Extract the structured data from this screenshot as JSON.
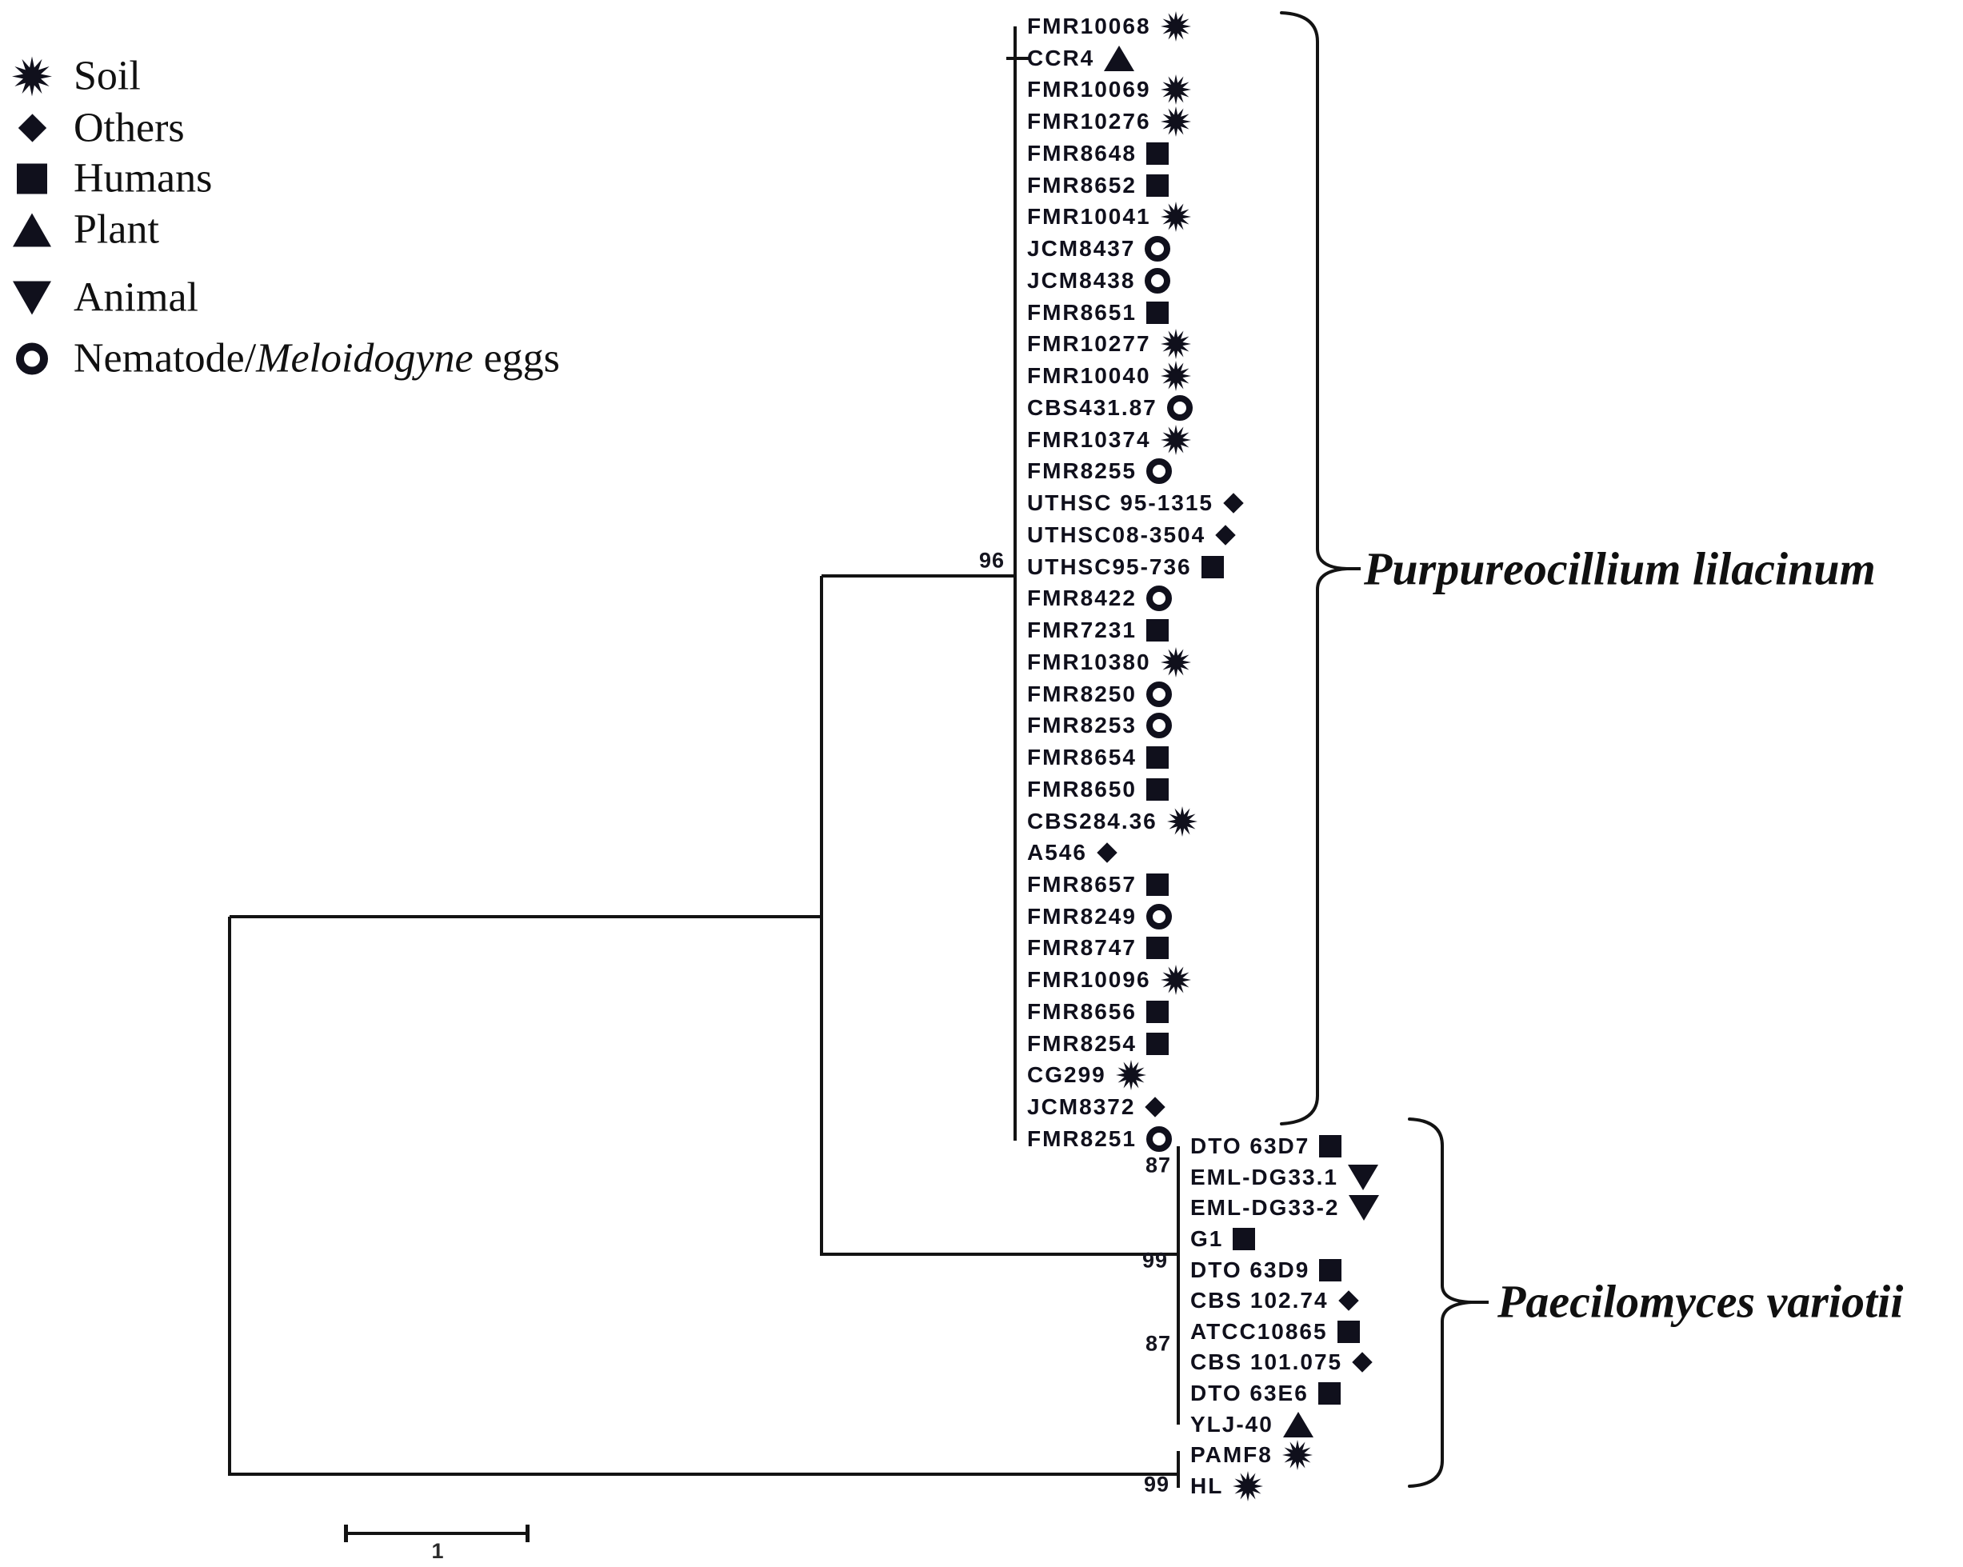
{
  "figure": {
    "background": "#ffffff",
    "line_color": "#131313",
    "text_color": "#10101c"
  },
  "legend": {
    "items": [
      {
        "symbol": "soil",
        "label": "Soil"
      },
      {
        "symbol": "others",
        "label": "Others"
      },
      {
        "symbol": "humans",
        "label": "Humans"
      },
      {
        "symbol": "plant",
        "label": "Plant"
      },
      {
        "symbol": "animal",
        "label": "Animal"
      },
      {
        "symbol": "nematode",
        "label_prefix": "Nematode/",
        "label_italic": "Meloidogyne",
        "label_suffix": " eggs"
      }
    ]
  },
  "tree": {
    "clusters": [
      {
        "name": "Purpureocillium lilacinum",
        "taxa": [
          {
            "label": "FMR10068",
            "symbol": "soil"
          },
          {
            "label": "CCR4",
            "symbol": "plant"
          },
          {
            "label": "FMR10069",
            "symbol": "soil"
          },
          {
            "label": "FMR10276",
            "symbol": "soil"
          },
          {
            "label": "FMR8648",
            "symbol": "humans"
          },
          {
            "label": "FMR8652",
            "symbol": "humans"
          },
          {
            "label": "FMR10041",
            "symbol": "soil"
          },
          {
            "label": "JCM8437",
            "symbol": "nematode"
          },
          {
            "label": "JCM8438",
            "symbol": "nematode"
          },
          {
            "label": "FMR8651",
            "symbol": "humans"
          },
          {
            "label": "FMR10277",
            "symbol": "soil"
          },
          {
            "label": "FMR10040",
            "symbol": "soil"
          },
          {
            "label": "CBS431.87",
            "symbol": "nematode"
          },
          {
            "label": "FMR10374",
            "symbol": "soil"
          },
          {
            "label": "FMR8255",
            "symbol": "nematode"
          },
          {
            "label": "UTHSC 95-1315",
            "symbol": "others"
          },
          {
            "label": "UTHSC08-3504",
            "symbol": "others"
          },
          {
            "label": "UTHSC95-736",
            "symbol": "humans"
          },
          {
            "label": "FMR8422",
            "symbol": "nematode"
          },
          {
            "label": "FMR7231",
            "symbol": "humans"
          },
          {
            "label": "FMR10380",
            "symbol": "soil"
          },
          {
            "label": "FMR8250",
            "symbol": "nematode"
          },
          {
            "label": "FMR8253",
            "symbol": "nematode"
          },
          {
            "label": "FMR8654",
            "symbol": "humans"
          },
          {
            "label": "FMR8650",
            "symbol": "humans"
          },
          {
            "label": "CBS284.36",
            "symbol": "soil"
          },
          {
            "label": "A546",
            "symbol": "others"
          },
          {
            "label": "FMR8657",
            "symbol": "humans"
          },
          {
            "label": "FMR8249",
            "symbol": "nematode"
          },
          {
            "label": "FMR8747",
            "symbol": "humans"
          },
          {
            "label": "FMR10096",
            "symbol": "soil"
          },
          {
            "label": "FMR8656",
            "symbol": "humans"
          },
          {
            "label": "FMR8254",
            "symbol": "humans"
          },
          {
            "label": "CG299",
            "symbol": "soil"
          },
          {
            "label": "JCM8372",
            "symbol": "others"
          },
          {
            "label": "FMR8251",
            "symbol": "nematode"
          }
        ]
      },
      {
        "name": "Paecilomyces variotii",
        "taxa": [
          {
            "label": "DTO 63D7",
            "symbol": "humans"
          },
          {
            "label": "EML-DG33.1",
            "symbol": "animal"
          },
          {
            "label": "EML-DG33-2",
            "symbol": "animal"
          },
          {
            "label": "G1",
            "symbol": "humans"
          },
          {
            "label": "DTO 63D9",
            "symbol": "humans"
          },
          {
            "label": "CBS 102.74",
            "symbol": "others"
          },
          {
            "label": "ATCC10865",
            "symbol": "humans"
          },
          {
            "label": "CBS 101.075",
            "symbol": "others"
          },
          {
            "label": "DTO 63E6",
            "symbol": "humans"
          },
          {
            "label": "YLJ-40",
            "symbol": "plant"
          },
          {
            "label": "PAMF8",
            "symbol": "soil"
          },
          {
            "label": "HL",
            "symbol": "soil"
          }
        ]
      }
    ],
    "bootstrap_values": {
      "purpureocillium_node": "96",
      "paecilomyces_upper": "87",
      "paecilomyces_node": "99",
      "paecilomyces_lower": "87",
      "pamf8_hl_node": "99"
    }
  },
  "scale_bar": {
    "label": "1"
  }
}
